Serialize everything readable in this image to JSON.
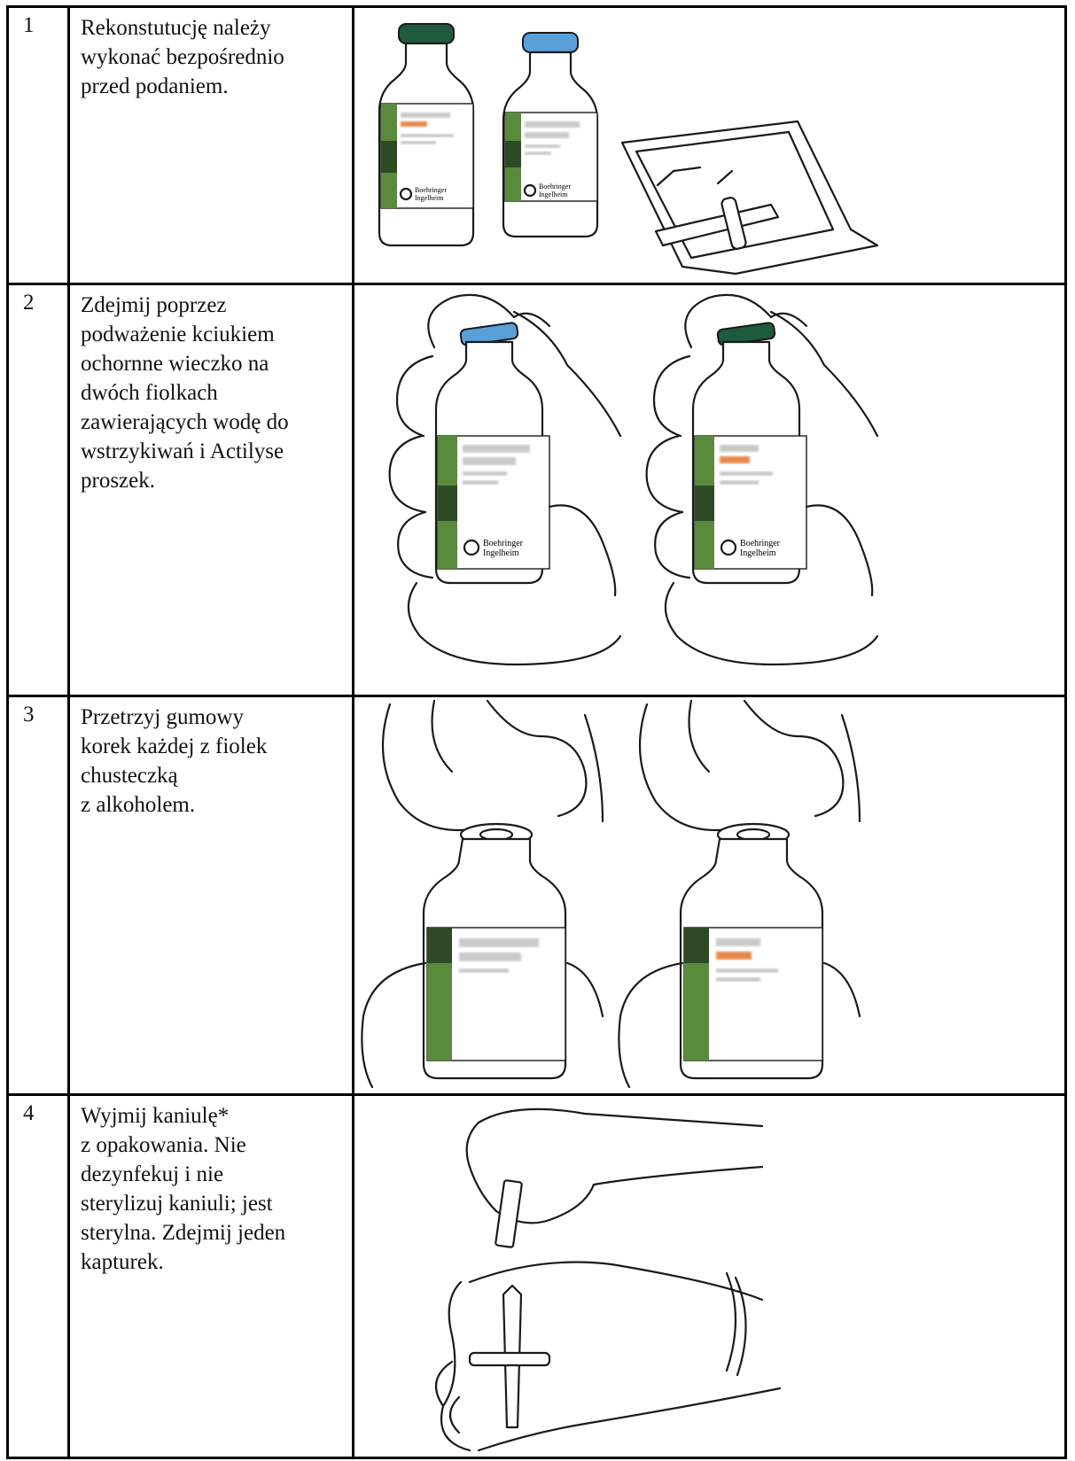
{
  "steps": [
    {
      "number": "1",
      "lines": [
        "Rekonstutucję należy",
        "wykonać bezpośrednio",
        "przed podaniem."
      ]
    },
    {
      "number": "2",
      "lines": [
        "Zdejmij poprzez",
        "podważenie kciukiem",
        "ochornne wieczko na",
        "dwóch fiolkach",
        "zawierających wodę do",
        "wstrzykiwań i Actilyse",
        "proszek."
      ]
    },
    {
      "number": "3",
      "lines": [
        "Przetrzyj gumowy",
        "korek każdej z fiolek",
        "chusteczką",
        "z alkoholem."
      ]
    },
    {
      "number": "4",
      "lines": [
        "Wyjmij kaniulę*",
        "z opakowania. Nie",
        "dezynfekuj i nie",
        "sterylizuj kaniuli; jest",
        "sterylna. Zdejmij jeden",
        "kapturek."
      ]
    }
  ],
  "vial_labels": {
    "brand_line1": "Boehringer",
    "brand_line2": "Ingelheim"
  },
  "colors": {
    "cap_dark_green": "#1e5a3c",
    "cap_blue": "#5aa0d8",
    "label_green": "#5a8a3c",
    "label_dark": "#2d4a24",
    "dose_orange": "#e8884a"
  }
}
